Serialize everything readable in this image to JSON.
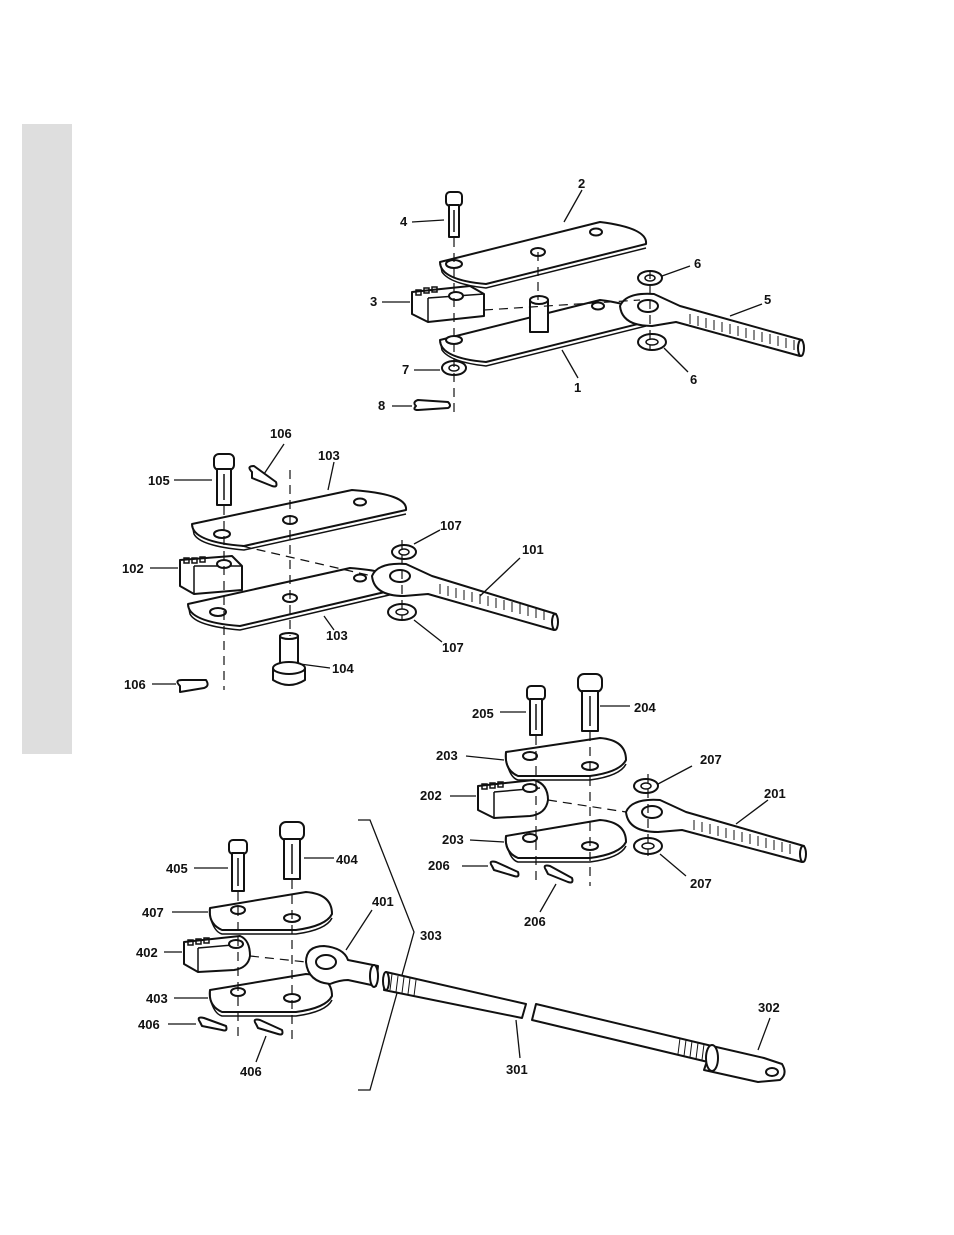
{
  "labels": {
    "l1": "1",
    "l2": "2",
    "l3": "3",
    "l4": "4",
    "l5": "5",
    "l6a": "6",
    "l6b": "6",
    "l7": "7",
    "l8": "8",
    "l101": "101",
    "l102": "102",
    "l103a": "103",
    "l103b": "103",
    "l104": "104",
    "l105": "105",
    "l106a": "106",
    "l106b": "106",
    "l107a": "107",
    "l107b": "107",
    "l201": "201",
    "l202": "202",
    "l203a": "203",
    "l203b": "203",
    "l204": "204",
    "l205": "205",
    "l206a": "206",
    "l206b": "206",
    "l207a": "207",
    "l207b": "207",
    "l301": "301",
    "l302": "302",
    "l303": "303",
    "l401": "401",
    "l402": "402",
    "l403": "403",
    "l404": "404",
    "l405": "405",
    "l406a": "406",
    "l406b": "406",
    "l407": "407"
  }
}
